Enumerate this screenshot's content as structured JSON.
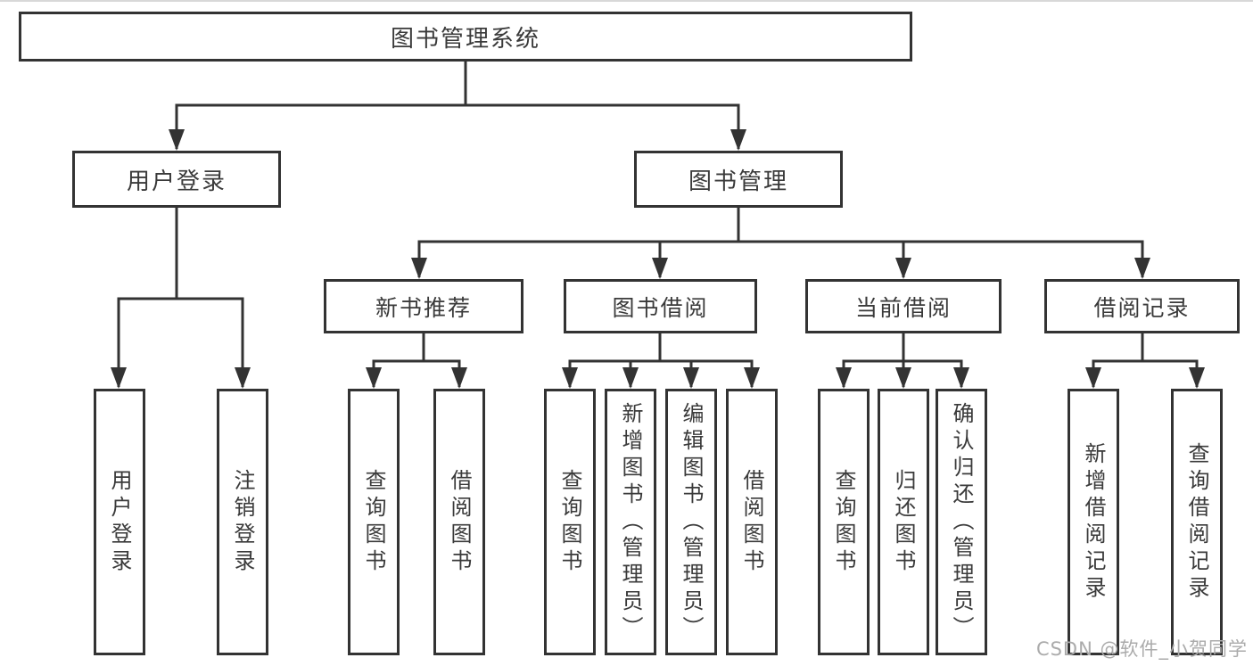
{
  "diagram_type": "hierarchy-tree",
  "watermark": "CSDN @软件_小贺同学",
  "colors": {
    "line": "#333333",
    "box_border": "#333333",
    "text": "#3a3a3a",
    "watermark": "#ababab",
    "background": "#ffffff"
  },
  "nodes": {
    "root": {
      "label": "图书管理系统",
      "children": [
        "user_login",
        "book_mgmt"
      ]
    },
    "user_login": {
      "label": "用户登录",
      "children": [
        "leaf_user_login",
        "leaf_logout"
      ]
    },
    "book_mgmt": {
      "label": "图书管理",
      "children": [
        "new_book_rec",
        "book_borrow",
        "current_borrow",
        "borrow_records"
      ]
    },
    "new_book_rec": {
      "label": "新书推荐",
      "children": [
        "leaf_nbr_query",
        "leaf_nbr_borrow"
      ]
    },
    "book_borrow": {
      "label": "图书借阅",
      "children": [
        "leaf_bb_query",
        "leaf_bb_add",
        "leaf_bb_edit",
        "leaf_bb_borrow"
      ]
    },
    "current_borrow": {
      "label": "当前借阅",
      "children": [
        "leaf_cb_query",
        "leaf_cb_return",
        "leaf_cb_confirm"
      ]
    },
    "borrow_records": {
      "label": "借阅记录",
      "children": [
        "leaf_br_add",
        "leaf_br_query"
      ]
    },
    "leaf_user_login": {
      "label": "用户登录"
    },
    "leaf_logout": {
      "label": "注销登录"
    },
    "leaf_nbr_query": {
      "label": "查询图书"
    },
    "leaf_nbr_borrow": {
      "label": "借阅图书"
    },
    "leaf_bb_query": {
      "label": "查询图书"
    },
    "leaf_bb_add": {
      "label": "新增图书（管理员）"
    },
    "leaf_bb_edit": {
      "label": "编辑图书（管理员）"
    },
    "leaf_bb_borrow": {
      "label": "借阅图书"
    },
    "leaf_cb_query": {
      "label": "查询图书"
    },
    "leaf_cb_return": {
      "label": "归还图书"
    },
    "leaf_cb_confirm": {
      "label": "确认归还（管理员）"
    },
    "leaf_br_add": {
      "label": "新增借阅记录"
    },
    "leaf_br_query": {
      "label": "查询借阅记录"
    }
  }
}
